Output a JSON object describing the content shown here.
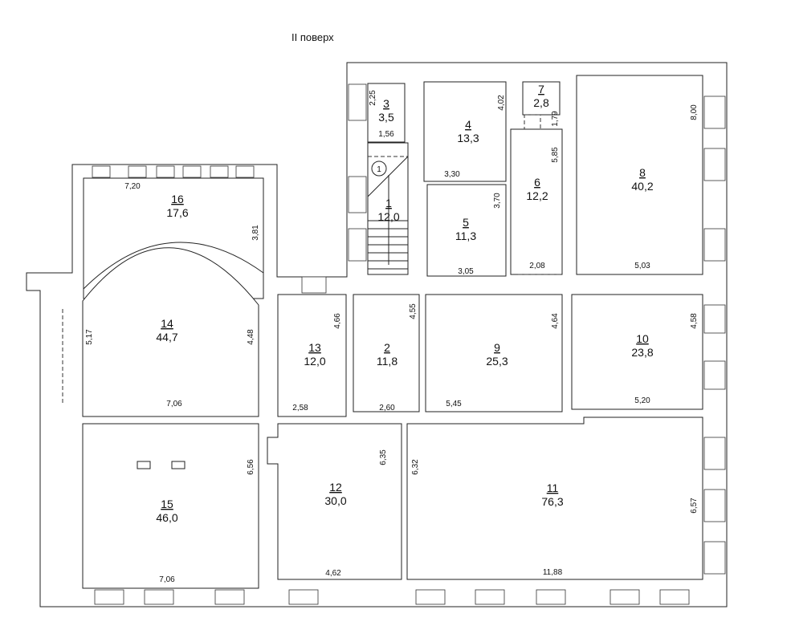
{
  "title": "II поверх",
  "stair_marker": "1",
  "rooms": [
    {
      "number": "1",
      "area": "12,0",
      "dims": []
    },
    {
      "number": "2",
      "area": "11,8",
      "dims": [
        "4,55",
        "2,60"
      ]
    },
    {
      "number": "3",
      "area": "3,5",
      "dims": [
        "2,25",
        "1,56"
      ]
    },
    {
      "number": "4",
      "area": "13,3",
      "dims": [
        "4,02",
        "3,30"
      ]
    },
    {
      "number": "5",
      "area": "11,3",
      "dims": [
        "3,70",
        "3,05"
      ]
    },
    {
      "number": "6",
      "area": "12,2",
      "dims": [
        "5,85",
        "2,08"
      ]
    },
    {
      "number": "7",
      "area": "2,8",
      "dims": [
        "1,79"
      ]
    },
    {
      "number": "8",
      "area": "40,2",
      "dims": [
        "8,00",
        "5,03"
      ]
    },
    {
      "number": "9",
      "area": "25,3",
      "dims": [
        "4,64",
        "5,45"
      ]
    },
    {
      "number": "10",
      "area": "23,8",
      "dims": [
        "4,58",
        "5,20"
      ]
    },
    {
      "number": "11",
      "area": "76,3",
      "dims": [
        "6,32",
        "6,57",
        "11,88"
      ]
    },
    {
      "number": "12",
      "area": "30,0",
      "dims": [
        "6,35",
        "4,62"
      ]
    },
    {
      "number": "13",
      "area": "12,0",
      "dims": [
        "4,66",
        "2,58"
      ]
    },
    {
      "number": "14",
      "area": "44,7",
      "dims": [
        "5,17",
        "4,48",
        "7,06"
      ]
    },
    {
      "number": "15",
      "area": "46,0",
      "dims": [
        "6,56",
        "7,06"
      ]
    },
    {
      "number": "16",
      "area": "17,6",
      "dims": [
        "7,20",
        "3,81"
      ]
    }
  ]
}
